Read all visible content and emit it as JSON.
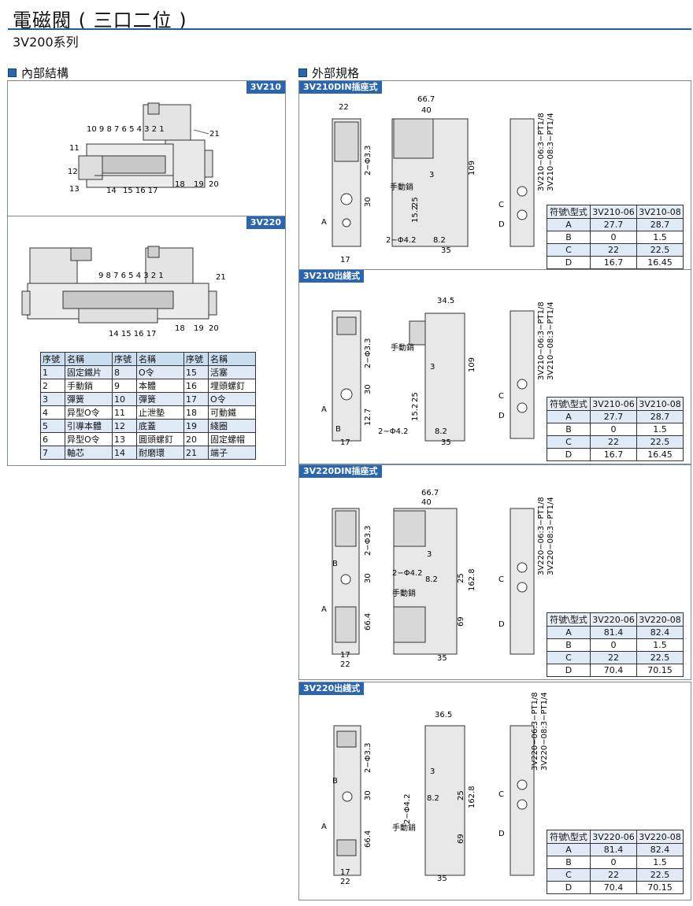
{
  "header": {
    "title": "電磁閥 ( 三口二位 )",
    "series": "3V200系列"
  },
  "sections": {
    "internal": "內部結構",
    "external": "外部規格"
  },
  "panels": {
    "p210": "3V210",
    "p220": "3V220",
    "d210din": "3V210DIN插座式",
    "d210wire": "3V210出綫式",
    "d220din": "3V220DIN插座式",
    "d220wire": "3V220出綫式"
  },
  "parts": {
    "headers": [
      "序號",
      "名稱",
      "序號",
      "名稱",
      "序號",
      "名稱"
    ],
    "rows": [
      [
        "1",
        "固定鐵片",
        "8",
        "O令",
        "15",
        "活塞"
      ],
      [
        "2",
        "手動銷",
        "9",
        "本體",
        "16",
        "埋頭螺釘"
      ],
      [
        "3",
        "彈簧",
        "10",
        "彈簧",
        "17",
        "O令"
      ],
      [
        "4",
        "异型O令",
        "11",
        "止泄墊",
        "18",
        "可動鐵"
      ],
      [
        "5",
        "引導本體",
        "12",
        "底蓋",
        "19",
        "綫圈"
      ],
      [
        "6",
        "异型O令",
        "13",
        "圓頭螺釘",
        "20",
        "固定螺帽"
      ],
      [
        "7",
        "軸芯",
        "14",
        "耐磨環",
        "21",
        "端子"
      ]
    ]
  },
  "spec210": {
    "headers": [
      "符號\\型式",
      "3V210-06",
      "3V210-08"
    ],
    "rows": [
      [
        "A",
        "27.7",
        "28.7"
      ],
      [
        "B",
        "0",
        "1.5"
      ],
      [
        "C",
        "22",
        "22.5"
      ],
      [
        "D",
        "16.7",
        "16.45"
      ]
    ]
  },
  "spec220": {
    "headers": [
      "符號\\型式",
      "3V220-06",
      "3V220-08"
    ],
    "rows": [
      [
        "A",
        "81.4",
        "82.4"
      ],
      [
        "B",
        "0",
        "1.5"
      ],
      [
        "C",
        "22",
        "22.5"
      ],
      [
        "D",
        "70.4",
        "70.15"
      ]
    ]
  },
  "labels": {
    "num_top": "10 9 8 7 6  5 4 3 2 1",
    "num_top2": "9  8 7 6  5 4 3 2 1",
    "n11": "11",
    "n12": "12",
    "n13": "13",
    "n14": "14",
    "n1516": "15 16 17",
    "n1415": "14 15 16 17",
    "n18": "18",
    "n19": "19",
    "n20": "20",
    "n21": "21",
    "d667": "66.7",
    "d40": "40",
    "d22": "22",
    "d17": "17",
    "d35": "35",
    "d109": "109",
    "d30": "30",
    "d25": "25",
    "d152": "15.2",
    "d17v": "17",
    "d127": "12.7",
    "d82": "8.2",
    "d345": "34.5",
    "d365": "36.5",
    "d1628": "162.8",
    "d69": "69",
    "d664": "66.4",
    "d3": "3",
    "phi33": "2−Φ3.3",
    "phi42": "2−Φ4.2",
    "manual": "手動銷",
    "A": "A",
    "B": "B",
    "C": "C",
    "D": "D",
    "port210a": "3V210−06:3−PT1/8",
    "port210b": "3V210−08:3−PT1/4",
    "port220a": "3V220−06:3−PT1/8",
    "port220b": "3V220−08:3−PT1/4"
  }
}
